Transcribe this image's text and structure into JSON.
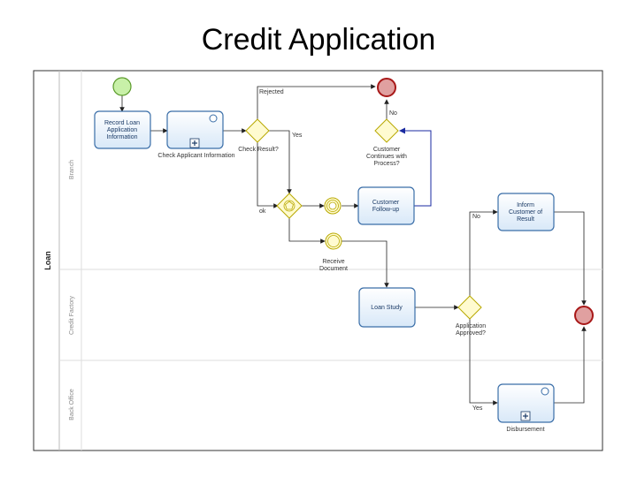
{
  "slide": {
    "title": "Credit Application"
  },
  "pool": {
    "name": "Loan"
  },
  "lanes": [
    {
      "name": "Branch"
    },
    {
      "name": "Credit Factory"
    },
    {
      "name": "Back Office"
    }
  ],
  "tasks": {
    "record": [
      "Record Loan",
      "Application",
      "Information"
    ],
    "check_applicant": "Check Applicant Information",
    "customer_follow": [
      "Customer",
      "Follow-up"
    ],
    "loan_study": "Loan Study",
    "inform": [
      "Inform",
      "Customer of",
      "Result"
    ],
    "disbursement": "Disbursement"
  },
  "gateways": {
    "check_result": "Check Result?",
    "customer_continues": [
      "Customer",
      "Continues with",
      "Process?"
    ],
    "application_approved": [
      "Application",
      "Approved?"
    ]
  },
  "events": {
    "receive_document": [
      "Receive",
      "Document"
    ]
  },
  "flow_labels": {
    "rejected": "Rejected",
    "no_top": "No",
    "yes_top": "Yes",
    "ok": "ok",
    "no_inform": "No",
    "yes_disb": "Yes"
  },
  "colors": {
    "start_fill": "#c8f0a8",
    "start_stroke": "#5a9a2a",
    "end_fill": "#e0a0a0",
    "end_stroke": "#a81818",
    "gateway_fill": "#fffbd0",
    "gateway_stroke": "#b8a800",
    "task_stroke": "#3a6ea8",
    "flow_blue": "#1a2aa0"
  }
}
